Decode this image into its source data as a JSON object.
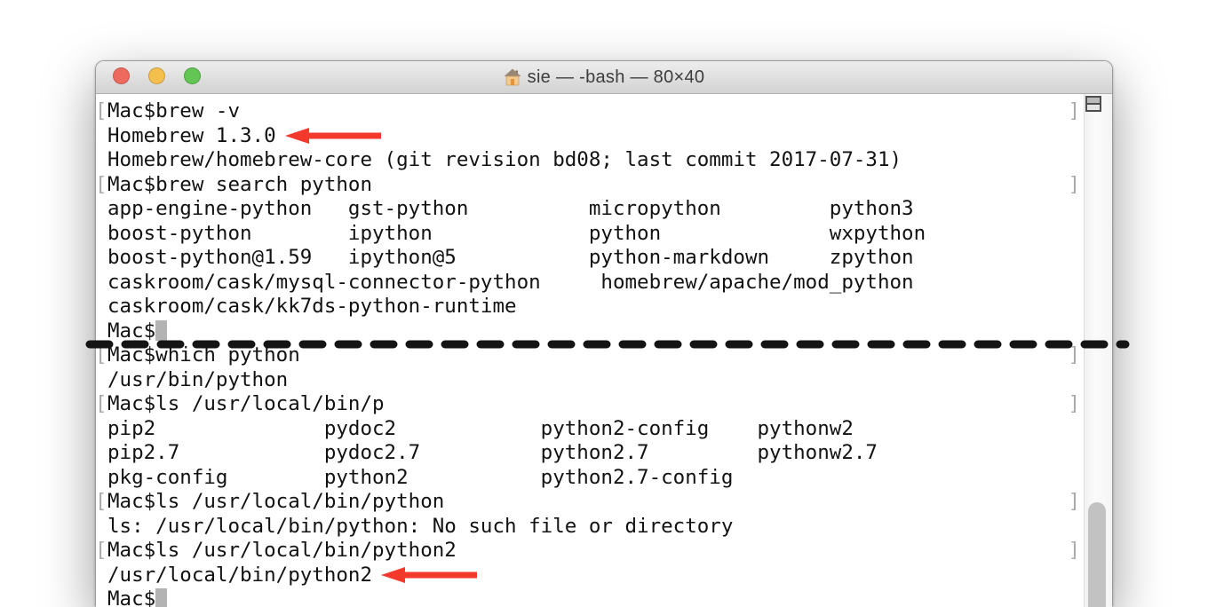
{
  "colors": {
    "annotation_red": "#f2392c",
    "annotation_dash": "#141414",
    "cursor_gray": "#b3b3b3",
    "bracket_gray": "#a9a9a9",
    "title_text": "#3d3d3d"
  },
  "window": {
    "title": "sie — -bash — 80×40",
    "app_session": "sie",
    "shell": "-bash",
    "size_label": "80×40",
    "traffic_lights": [
      {
        "name": "close",
        "color": "#ee6a5f"
      },
      {
        "name": "minimize",
        "color": "#f5bf4e"
      },
      {
        "name": "zoom",
        "color": "#62c554"
      }
    ]
  },
  "terminal": {
    "prompt": "Mac$",
    "marks": {
      "open": "[",
      "close": "]"
    },
    "lines": [
      {
        "text": "Mac$brew -v",
        "command": true
      },
      {
        "text": "Homebrew 1.3.0",
        "arrow": true
      },
      {
        "text": "Homebrew/homebrew-core (git revision bd08; last commit 2017-07-31)"
      },
      {
        "text": "Mac$brew search python",
        "command": true
      },
      {
        "text": "app-engine-python   gst-python          micropython         python3"
      },
      {
        "text": "boost-python        ipython             python              wxpython"
      },
      {
        "text": "boost-python@1.59   ipython@5           python-markdown     zpython"
      },
      {
        "text": "caskroom/cask/mysql-connector-python     homebrew/apache/mod_python"
      },
      {
        "text": "caskroom/cask/kk7ds-python-runtime"
      },
      {
        "text": "Mac$",
        "cursor": true
      },
      {
        "text": "Mac$which python",
        "command": true
      },
      {
        "text": "/usr/bin/python"
      },
      {
        "text": "Mac$ls /usr/local/bin/p",
        "command": true
      },
      {
        "text": "pip2              pydoc2            python2-config    pythonw2"
      },
      {
        "text": "pip2.7            pydoc2.7          python2.7         pythonw2.7"
      },
      {
        "text": "pkg-config        python2           python2.7-config"
      },
      {
        "text": "Mac$ls /usr/local/bin/python",
        "command": true
      },
      {
        "text": "ls: /usr/local/bin/python: No such file or directory"
      },
      {
        "text": "Mac$ls /usr/local/bin/python2",
        "command": true
      },
      {
        "text": "/usr/local/bin/python2",
        "arrow": true
      },
      {
        "text": "Mac$",
        "cursor": true
      }
    ]
  },
  "annotations": {
    "arrows": [
      {
        "points_at": "Homebrew 1.3.0"
      },
      {
        "points_at": "/usr/local/bin/python2"
      }
    ],
    "dashed_divider_present": "true"
  }
}
